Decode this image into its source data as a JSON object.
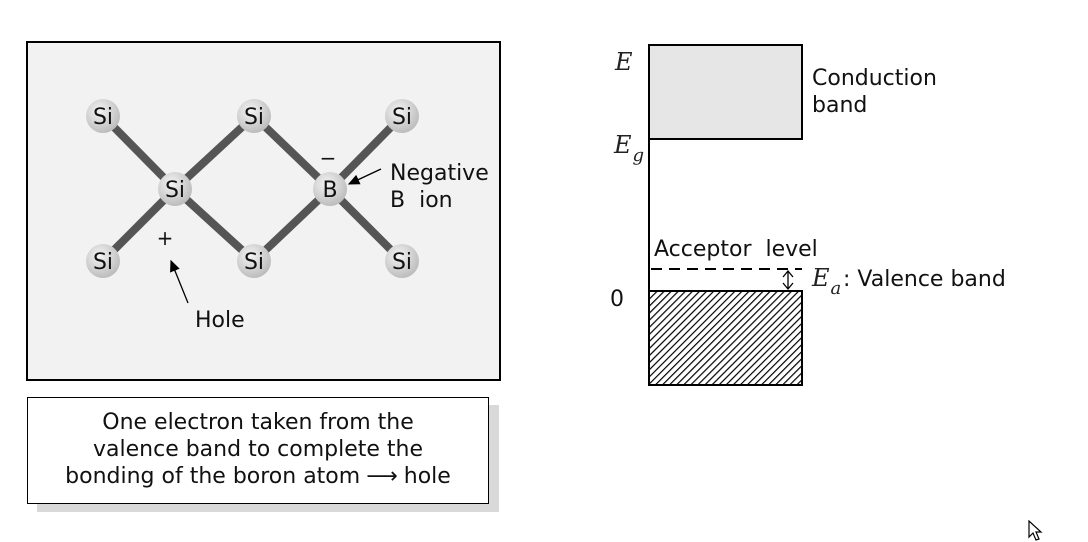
{
  "lattice": {
    "atoms": [
      "Si",
      "Si",
      "Si",
      "Si",
      "B",
      "Si",
      "Si",
      "Si"
    ],
    "plus_sign": "+",
    "minus_sign": "−",
    "hole_label": "Hole",
    "negative_label_1": "Negative",
    "negative_label_2": "B  ion"
  },
  "caption": {
    "line1": "One electron taken from the",
    "line2": "valence band to complete the",
    "line3_a": "bonding of the boron atom",
    "arrow": "⟶",
    "line3_b": "hole"
  },
  "band_diagram": {
    "energy_axis_label": "E",
    "gap_label_main": "E",
    "gap_label_sub": "g",
    "zero_label": "0",
    "conduction_label_1": "Conduction",
    "conduction_label_2": "band",
    "acceptor_label": "Acceptor  level",
    "ea_main": "E",
    "ea_sub": "a",
    "valence_label": ": Valence band",
    "colors": {
      "conduction_fill": "#e6e6e6",
      "lattice_panel": "#f2f2f2",
      "bond": "#555555",
      "atom": "#d0d0d0"
    }
  }
}
